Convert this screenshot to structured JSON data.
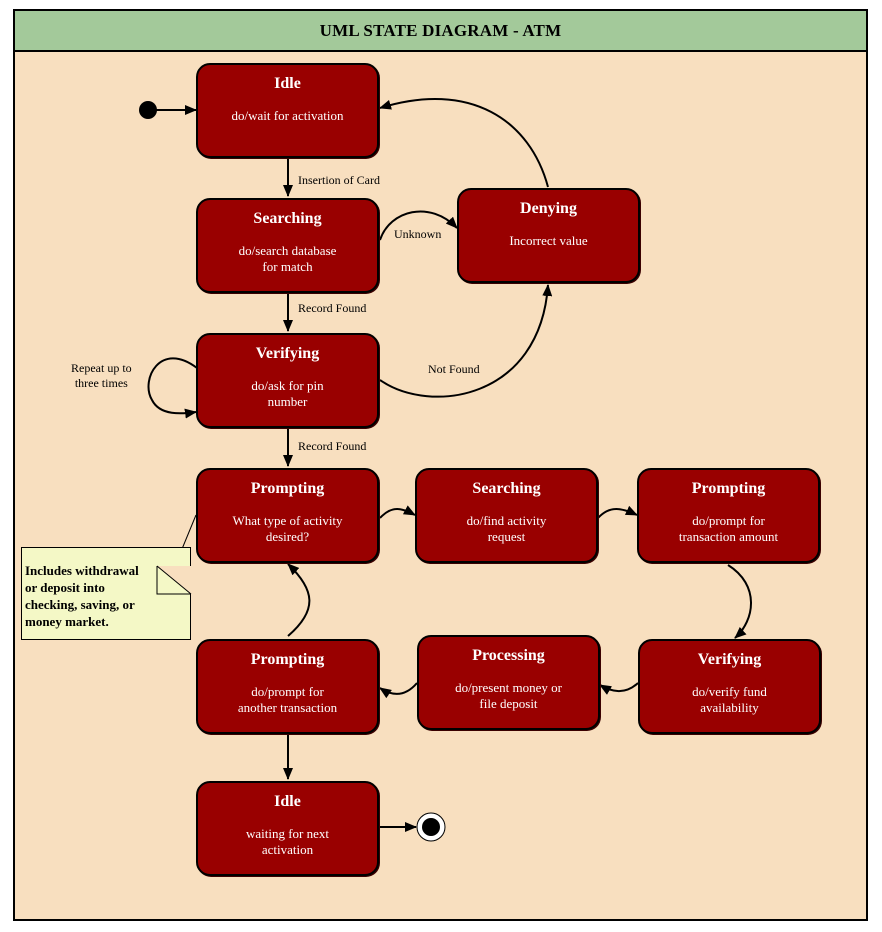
{
  "title": "UML STATE DIAGRAM - ATM",
  "states": {
    "idle_start": {
      "name": "Idle",
      "activity": "do/wait for activation"
    },
    "searching": {
      "name": "Searching",
      "activity": "do/search database\nfor match"
    },
    "denying": {
      "name": "Denying",
      "activity": "Incorrect value"
    },
    "verifying": {
      "name": "Verifying",
      "activity": "do/ask for pin\nnumber"
    },
    "prompting_activity": {
      "name": "Prompting",
      "activity": "What type of activity\ndesired?"
    },
    "searching_activity": {
      "name": "Searching",
      "activity": "do/find activity\nrequest"
    },
    "prompting_amount": {
      "name": "Prompting",
      "activity": "do/prompt for\ntransaction amount"
    },
    "verifying_funds": {
      "name": "Verifying",
      "activity": "do/verify fund\navailability"
    },
    "processing": {
      "name": "Processing",
      "activity": "do/present money or\nfile deposit"
    },
    "prompting_another": {
      "name": "Prompting",
      "activity": "do/prompt for\nanother transaction"
    },
    "idle_end": {
      "name": "Idle",
      "activity": "waiting for next\nactivation"
    }
  },
  "transitions": {
    "insertion": "Insertion of Card",
    "unknown": "Unknown",
    "record_found_1": "Record Found",
    "not_found": "Not Found",
    "repeat": "Repeat up to\nthree times",
    "record_found_2": "Record Found"
  },
  "note": "Includes withdrawal\nor deposit into\nchecking, saving, or\nmoney market.",
  "colors": {
    "state_fill": "#990000",
    "background": "#f8dfbf",
    "title_bar": "#a3c99a",
    "note_fill": "#f4f8c6"
  }
}
